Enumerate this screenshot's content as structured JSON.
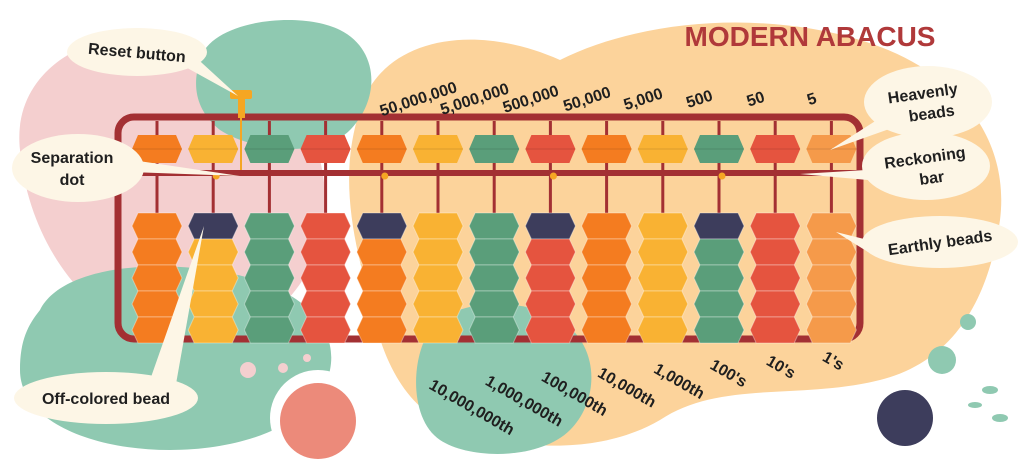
{
  "title": "MODERN ABACUS",
  "colors": {
    "title": "#b0393a",
    "frame": "#a33033",
    "orange": "#f47c20",
    "yellow": "#f9b233",
    "green": "#5a9e7a",
    "red": "#e5543f",
    "navy": "#3d3d5c",
    "peach": "#f59a4a",
    "blob_pink": "#f4cfcf",
    "blob_peach": "#fcd39b",
    "blob_teal": "#8fc9b1",
    "callout": "#fdf6e6"
  },
  "callouts": {
    "reset": "Reset button",
    "separation_1": "Separation",
    "separation_2": "dot",
    "off_colored": "Off-colored bead",
    "heavenly_1": "Heavenly",
    "heavenly_2": "beads",
    "reckoning_1": "Reckoning",
    "reckoning_2": "bar",
    "earthly": "Earthly beads"
  },
  "top_values": [
    "50,000,000",
    "5,000,000",
    "500,000",
    "50,000",
    "5,000",
    "500",
    "50",
    "5"
  ],
  "bottom_values": [
    "10,000,000th",
    "1,000,000th",
    "100,000th",
    "10,000th",
    "1,000th",
    "100's",
    "10's",
    "1's"
  ],
  "columns": [
    {
      "heaven": "orange",
      "earth": [
        "orange",
        "orange",
        "orange",
        "orange",
        "orange"
      ]
    },
    {
      "heaven": "yellow",
      "earth": [
        "navy",
        "yellow",
        "yellow",
        "yellow",
        "yellow"
      ]
    },
    {
      "heaven": "green",
      "earth": [
        "green",
        "green",
        "green",
        "green",
        "green"
      ]
    },
    {
      "heaven": "red",
      "earth": [
        "red",
        "red",
        "red",
        "red",
        "red"
      ]
    },
    {
      "heaven": "orange",
      "earth": [
        "navy",
        "orange",
        "orange",
        "orange",
        "orange"
      ]
    },
    {
      "heaven": "yellow",
      "earth": [
        "yellow",
        "yellow",
        "yellow",
        "yellow",
        "yellow"
      ]
    },
    {
      "heaven": "green",
      "earth": [
        "green",
        "green",
        "green",
        "green",
        "green"
      ]
    },
    {
      "heaven": "red",
      "earth": [
        "navy",
        "red",
        "red",
        "red",
        "red"
      ]
    },
    {
      "heaven": "orange",
      "earth": [
        "orange",
        "orange",
        "orange",
        "orange",
        "orange"
      ]
    },
    {
      "heaven": "yellow",
      "earth": [
        "yellow",
        "yellow",
        "yellow",
        "yellow",
        "yellow"
      ]
    },
    {
      "heaven": "green",
      "earth": [
        "navy",
        "green",
        "green",
        "green",
        "green"
      ]
    },
    {
      "heaven": "red",
      "earth": [
        "red",
        "red",
        "red",
        "red",
        "red"
      ]
    },
    {
      "heaven": "peach",
      "earth": [
        "peach",
        "peach",
        "peach",
        "peach",
        "peach"
      ]
    }
  ]
}
